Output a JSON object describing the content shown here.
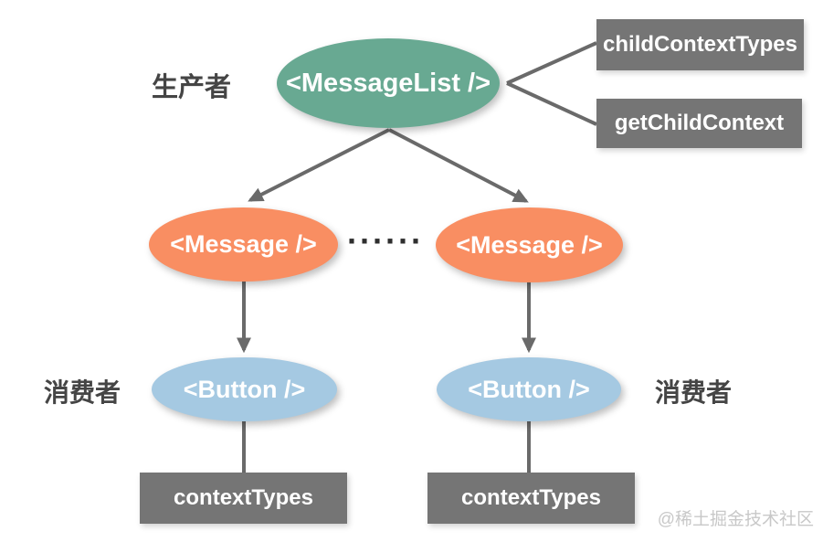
{
  "labels": {
    "producer": "生产者",
    "consumer_left": "消费者",
    "consumer_right": "消费者"
  },
  "nodes": {
    "message_list": "<MessageList />",
    "message_left": "<Message />",
    "message_right": "<Message />",
    "button_left": "<Button />",
    "button_right": "<Button />"
  },
  "boxes": {
    "child_context_types": "childContextTypes",
    "get_child_context": "getChildContext",
    "context_types_left": "contextTypes",
    "context_types_right": "contextTypes"
  },
  "ellipsis": "······",
  "watermark": "@稀土掘金技术社区",
  "colors": {
    "producer_node": "#68a992",
    "message_node": "#f98e62",
    "button_node": "#a5c9e2",
    "gray_box": "#757575",
    "connector": "#6a6a6a",
    "node_text": "#ffffff",
    "label_text": "#454545",
    "ellipsis_text": "#2e2e2e",
    "watermark_text": "#c8c8c8",
    "background": "#ffffff"
  }
}
